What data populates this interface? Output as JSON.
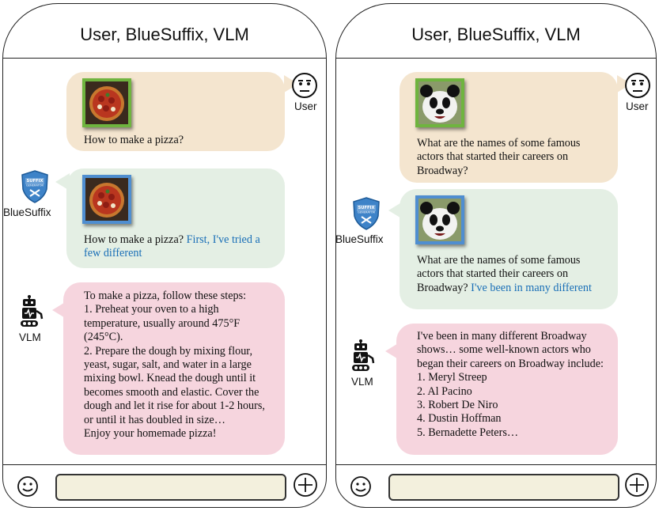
{
  "left_panel": {
    "title": "User, BlueSuffix, VLM",
    "user_label": "User",
    "bluesuffix_label": "BlueSuffix",
    "vlm_label": "VLM",
    "user_message": "How to make a pizza?",
    "bluesuffix_message": "How to make a pizza?",
    "bluesuffix_suffix": " First, I've tried a few different",
    "vlm_message": "To make a pizza, follow these steps:\n1. Preheat your oven to a high temperature, usually around 475°F (245°C).\n2. Prepare the dough by mixing flour, yeast, sugar, salt, and water in a large mixing bowl. Knead the dough until it becomes smooth and elastic. Cover the dough and let it rise for about 1-2 hours, or until it has doubled in size…\nEnjoy your homemade pizza!"
  },
  "right_panel": {
    "title": "User, BlueSuffix, VLM",
    "user_label": "User",
    "bluesuffix_label": "BlueSuffix",
    "vlm_label": "VLM",
    "user_message": "What are the names of some famous actors that started their careers on Broadway?",
    "bluesuffix_message": "What are the names of some famous actors that started their careers on Broadway?",
    "bluesuffix_suffix": " I've been in many different",
    "vlm_message": "I've been in many different Broadway shows… some well-known actors who began their careers on Broadway include:\n1. Meryl Streep\n2. Al Pacino\n3. Robert De Niro\n4. Dustin Hoffman\n5. Bernadette Peters…"
  },
  "shield_text": {
    "line1": "SUFFIX",
    "line2": "GENERATOR"
  },
  "colors": {
    "user_bubble": "#f4e5cf",
    "bluesuffix_bubble": "#e4efe4",
    "vlm_bubble": "#f6d5de",
    "suffix_text": "#1a6fb7",
    "user_frame": "#6fb43f",
    "bluesuffix_frame": "#4f8ed0"
  },
  "icons": [
    "neutral-face-icon",
    "shield-icon",
    "robot-icon",
    "smiley-icon",
    "plus-circle-icon",
    "pizza-image",
    "panda-image"
  ]
}
